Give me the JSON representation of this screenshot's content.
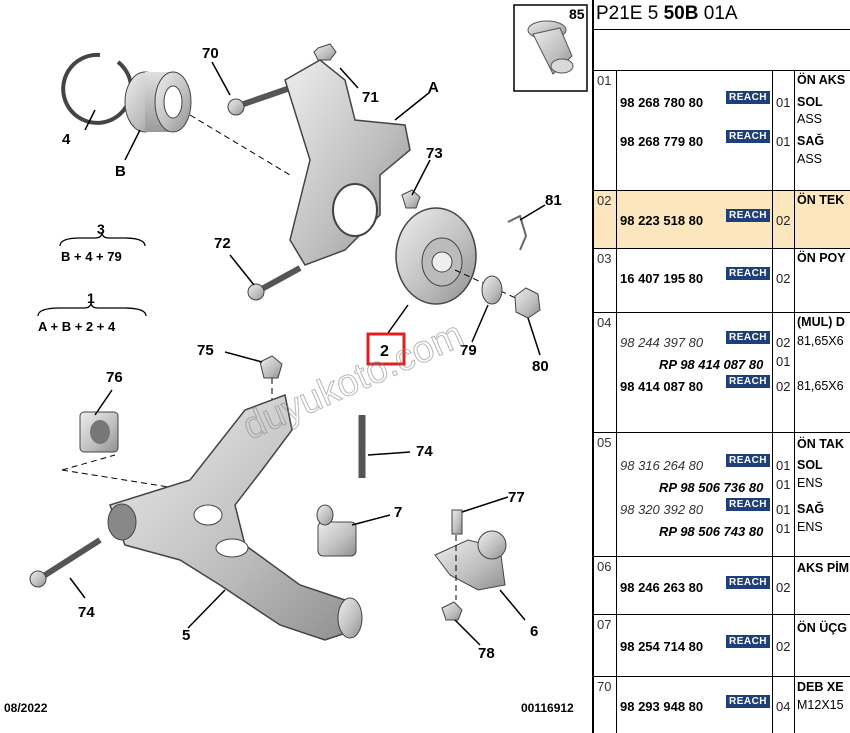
{
  "diagram": {
    "date": "08/2022",
    "doc_id": "00116912",
    "watermark": "duyukoto.com",
    "inset_label": "85",
    "highlighted_callout": "2",
    "callouts": {
      "c70": "70",
      "c71": "71",
      "cA": "A",
      "c4": "4",
      "cB": "B",
      "c73": "73",
      "c81": "81",
      "c72": "72",
      "c2": "2",
      "c79": "79",
      "c80": "80",
      "c75": "75",
      "c76": "76",
      "c74a": "74",
      "c7": "7",
      "c77": "77",
      "c74b": "74",
      "c5": "5",
      "c6": "6",
      "c78": "78"
    },
    "groups": [
      {
        "top": "3",
        "formula": "B + 4 + 79"
      },
      {
        "top": "1",
        "formula": "A + B + 2 + 4"
      }
    ]
  },
  "panel": {
    "code_prefix": "P21E 5",
    "code_bold": "50B",
    "code_suffix": "01A",
    "reach_label": "REACH",
    "highlight_color": "#fbe6be",
    "reach_color": "#1f3f7a",
    "rows": [
      {
        "index": "01",
        "lines": [
          {
            "ref": "98 268 780 80",
            "qty": "01",
            "desc": "ÖN AKS",
            "desc2": "SOL",
            "desc3": "ASS"
          },
          {
            "ref": "98 268 779 80",
            "qty": "01",
            "desc": "SAĞ",
            "desc2": "ASS"
          }
        ]
      },
      {
        "index": "02",
        "lines": [
          {
            "ref": "98 223 518 80",
            "qty": "02",
            "desc": "ÖN TEK"
          }
        ]
      },
      {
        "index": "03",
        "lines": [
          {
            "ref": "16 407 195 80",
            "qty": "02",
            "desc": "ÖN POY"
          }
        ]
      },
      {
        "index": "04",
        "lines": [
          {
            "ref": "98 244 397 80",
            "qty": "02",
            "desc": "(MUL) D",
            "desc2": "81,65X6"
          },
          {
            "ref": "RP 98 414 087 80",
            "qty": "01"
          },
          {
            "ref": "98 414 087 80",
            "qty": "02",
            "desc": "81,65X6"
          }
        ]
      },
      {
        "index": "05",
        "lines": [
          {
            "ref": "98 316 264 80",
            "qty": "01",
            "desc": "ÖN TAK",
            "desc2": "SOL"
          },
          {
            "ref": "RP 98 506 736 80",
            "qty": "01",
            "desc": "ENS"
          },
          {
            "ref": "98 320 392 80",
            "qty": "01",
            "desc": "SAĞ"
          },
          {
            "ref": "RP 98 506 743 80",
            "qty": "01",
            "desc": "ENS"
          }
        ]
      },
      {
        "index": "06",
        "lines": [
          {
            "ref": "98 246 263 80",
            "qty": "02",
            "desc": "AKS PİM"
          }
        ]
      },
      {
        "index": "07",
        "lines": [
          {
            "ref": "98 254 714 80",
            "qty": "02",
            "desc": "ÖN ÜÇG"
          }
        ]
      },
      {
        "index": "70",
        "lines": [
          {
            "ref": "98 293 948 80",
            "qty": "04",
            "desc": "DEB XE",
            "desc2": "M12X15"
          }
        ]
      }
    ]
  }
}
